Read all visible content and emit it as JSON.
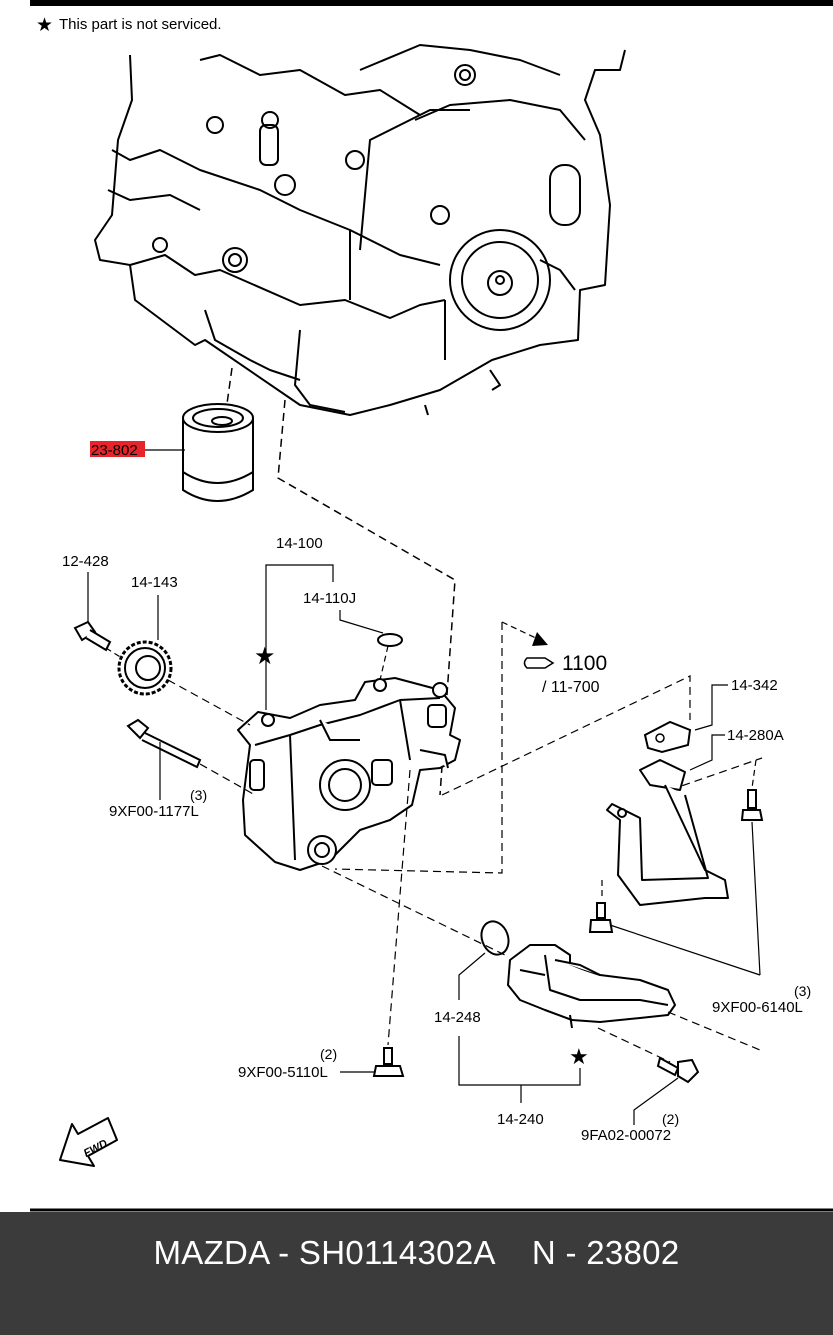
{
  "note": {
    "symbol": "★",
    "text": "This part is not serviced."
  },
  "highlight_color": "#e8242b",
  "callouts": {
    "oil_filter": "23-802",
    "pump_assy": "14-100",
    "o_ring_pump": "14-110J",
    "bolt_12_428": "12-428",
    "sprocket": "14-143",
    "bolt_long": "9XF00-1177L",
    "bolt_long_qty": "(3)",
    "ref_1100": "1100",
    "ref_11700": "/ 11-700",
    "gasket_14_342": "14-342",
    "gasket_14_280a": "14-280A",
    "bolt_6140": "9XF00-6140L",
    "bolt_6140_qty": "(3)",
    "o_ring_248": "14-248",
    "strainer": "14-240",
    "bolt_5110": "9XF00-5110L",
    "bolt_5110_qty": "(2)",
    "bolt_00072": "9FA02-00072",
    "bolt_00072_qty": "(2)",
    "fwd": "FWD"
  },
  "footer": {
    "brand": "MAZDA",
    "part_number": "SH0114302A",
    "ref": "N - 23802"
  }
}
